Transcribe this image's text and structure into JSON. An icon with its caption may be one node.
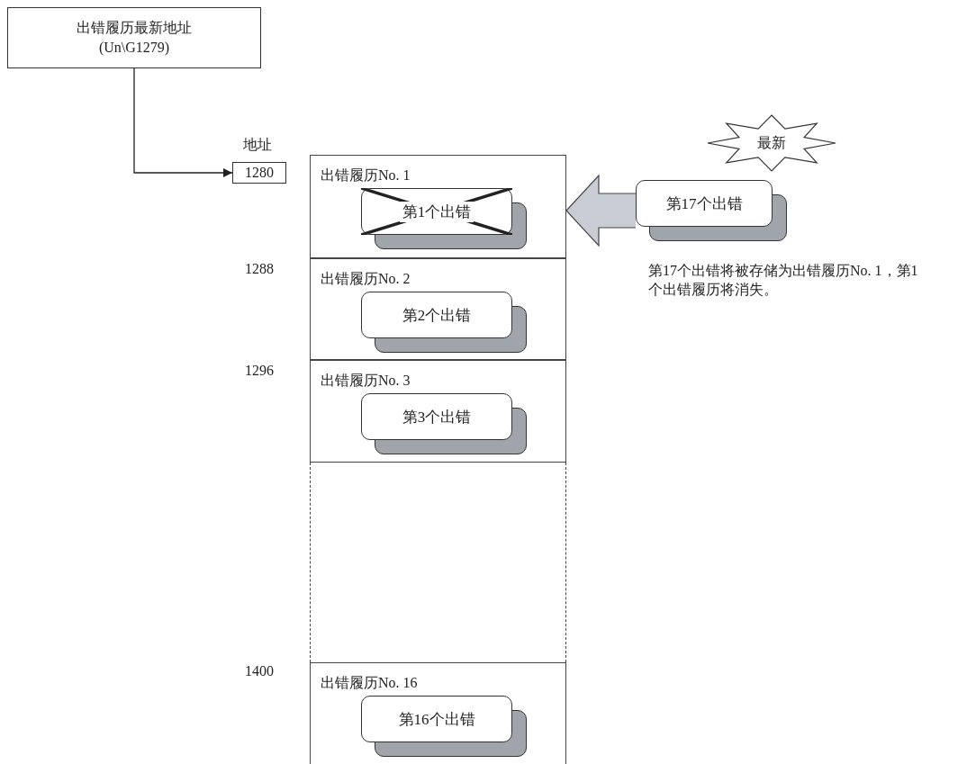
{
  "diagram": {
    "nodes": [
      {
        "text": [
          "出错履历最新地址",
          "(Un\\G1279)"
        ]
      },
      {
        "text": [
          "1280"
        ]
      },
      {
        "text": [
          "出错履历No. 1"
        ]
      },
      {
        "text": [
          "第1个出错"
        ],
        "in": 2
      },
      {
        "text": [
          "出错履历No. 2"
        ]
      },
      {
        "text": [
          "第2个出错"
        ],
        "in": 4
      },
      {
        "text": [
          "出错履历No. 3"
        ]
      },
      {
        "text": [
          "第3个出错"
        ],
        "in": 6
      },
      {
        "text": [],
        "shape": "box"
      },
      {
        "text": [
          "出错履历No. 16"
        ]
      },
      {
        "text": [
          "第16个出错"
        ],
        "in": 9
      },
      {
        "text": [
          "最新"
        ]
      },
      {
        "text": [
          "第17个出错"
        ]
      }
    ],
    "edges": [
      {
        "from": 0,
        "to": 1,
        "arrow": "to"
      },
      {
        "from": 12,
        "to": 2,
        "arrow": "to",
        "style": "thick",
        "color": "#c8ccd4"
      }
    ],
    "labels": [
      "地址",
      "1288",
      "1296",
      "1400",
      "第17个出错将被存储为出错履历No. 1，第1个出错履历将消失。"
    ]
  }
}
